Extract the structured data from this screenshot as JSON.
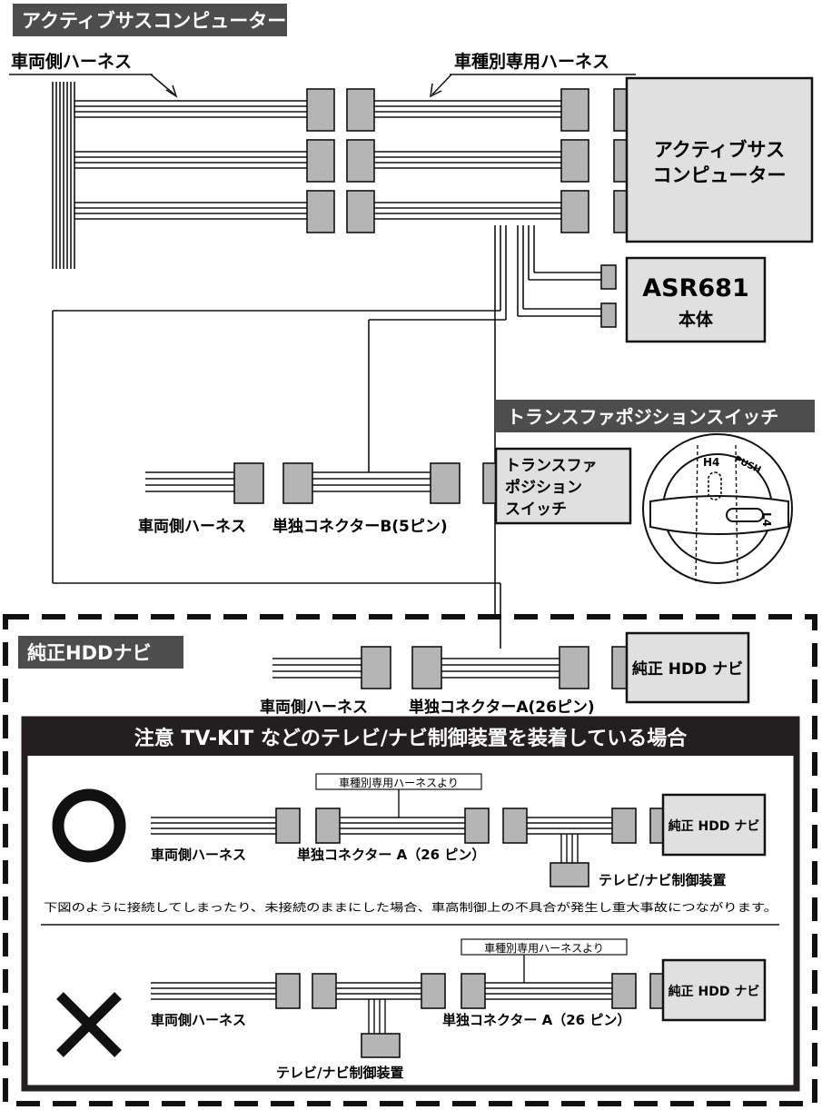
{
  "title_tag": "アクティブサスコンピューター",
  "top": {
    "vehicle_harness": "車両側ハーネス",
    "dedicated_harness": "車種別専用ハーネス",
    "computer_line1": "アクティブサス",
    "computer_line2": "コンピューター",
    "asr_line1": "ASR681",
    "asr_line2": "本体"
  },
  "transfer_section": {
    "tag": "トランスファポジションスイッチ",
    "vehicle_harness": "車両側ハーネス",
    "connector_b": "単独コネクターB(5ピン)",
    "switch_line1": "トランスファ",
    "switch_line2": "ポジション",
    "switch_line3": "スイッチ",
    "dial_h4": "H4",
    "dial_push": "PUSH",
    "dial_l4": "L4"
  },
  "navi_section": {
    "tag": "純正HDDナビ",
    "vehicle_harness": "車両側ハーネス",
    "connector_a": "単独コネクターA(26ピン)",
    "navi_box": "純正 HDD ナビ"
  },
  "caution": {
    "header": "注意 TV-KIT などのテレビ/ナビ制御装置を装着している場合",
    "ok_mark": "○",
    "ng_mark": "×",
    "from_dedicated": "車種別専用ハーネスより",
    "vehicle_harness": "車両側ハーネス",
    "connector_a": "単独コネクター A（26 ピン）",
    "tv_control": "テレビ/ナビ制御装置",
    "navi_box": "純正 HDD ナビ",
    "warning": "下図のように接続してしまったり、未接続のままにした場合、車高制御上の不具合が発生し重大事故につながります。"
  }
}
